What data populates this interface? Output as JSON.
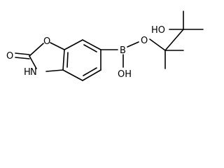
{
  "molecule": {
    "atoms": {
      "carbonyl_oxygen": "O",
      "ring_oxygen": "O",
      "ring_nitrogen": "H",
      "ring_nitrogen_symbol": "N",
      "boron": "B",
      "boron_oxygen": "O",
      "boron_hydroxyl": "OH",
      "diol_hydroxyl": "HO"
    }
  }
}
